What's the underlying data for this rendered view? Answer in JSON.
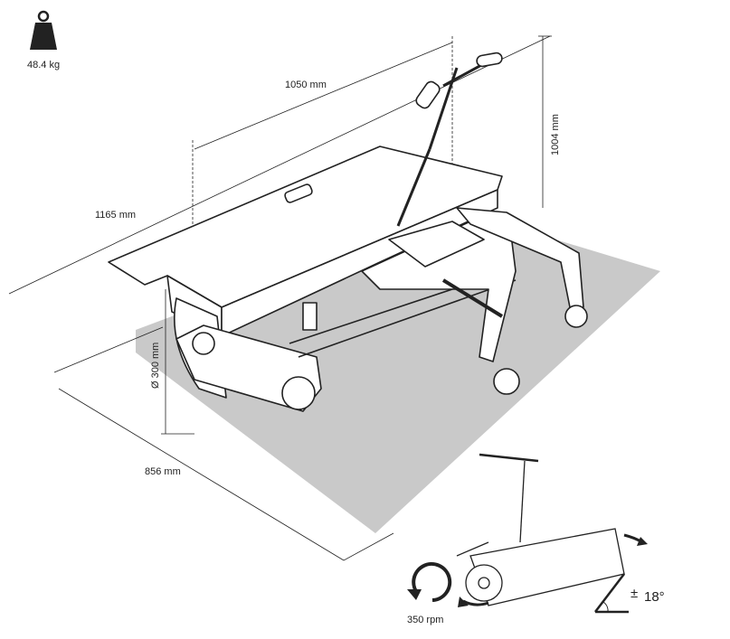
{
  "weight": {
    "icon": "weight-icon",
    "value": "48.4 kg"
  },
  "dimensions": {
    "width_top": "1050 mm",
    "length": "1165 mm",
    "height": "1004 mm",
    "depth": "856 mm",
    "brush_diameter": "Ø 300 mm"
  },
  "rotation": {
    "icon": "rotation-arrow-icon",
    "value": "350 rpm"
  },
  "tilt": {
    "icon": "angle-icon",
    "sign": "±",
    "value": "18°"
  },
  "colors": {
    "shadow": "#c9c9c9",
    "line": "#222222"
  }
}
